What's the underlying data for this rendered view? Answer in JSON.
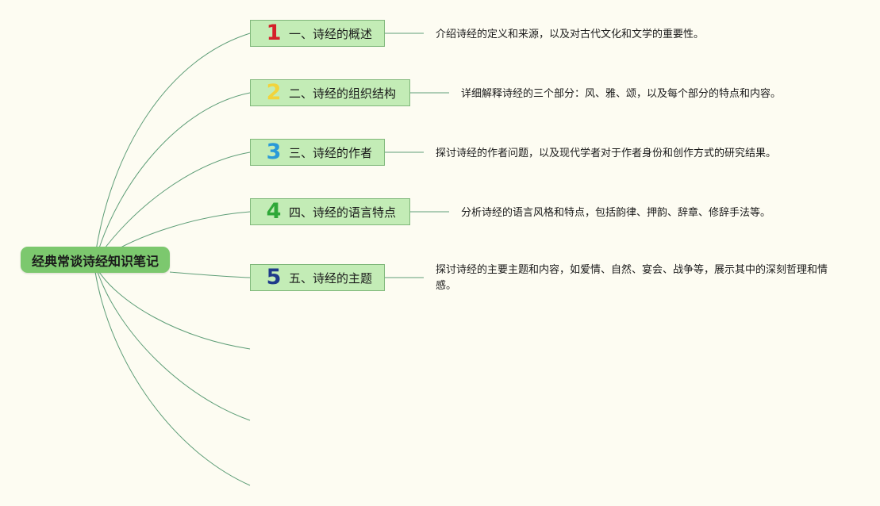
{
  "root": {
    "label": "经典常谈诗经知识笔记"
  },
  "topics": [
    {
      "number": "1",
      "label": "一、诗经的概述",
      "number_color": "#d4202a",
      "description": "介绍诗经的定义和来源，以及对古代文化和文学的重要性。"
    },
    {
      "number": "2",
      "label": "二、诗经的组织结构",
      "number_color": "#f2d43c",
      "description": "详细解释诗经的三个部分：风、雅、颂，以及每个部分的特点和内容。"
    },
    {
      "number": "3",
      "label": "三、诗经的作者",
      "number_color": "#2a9ad8",
      "description": "探讨诗经的作者问题，以及现代学者对于作者身份和创作方式的研究结果。"
    },
    {
      "number": "4",
      "label": "四、诗经的语言特点",
      "number_color": "#2ea838",
      "description": "分析诗经的语言风格和特点，包括韵律、押韵、辞章、修辞手法等。"
    },
    {
      "number": "5",
      "label": "五、诗经的主题",
      "number_color": "#1e3a8a",
      "description": "探讨诗经的主要主题和内容，如爱情、自然、宴会、战争等，展示其中的深刻哲理和情感。"
    }
  ],
  "colors": {
    "line": "#5f9e78",
    "topic_fill": "#c3ecb6",
    "root_fill": "#7cc86e"
  }
}
